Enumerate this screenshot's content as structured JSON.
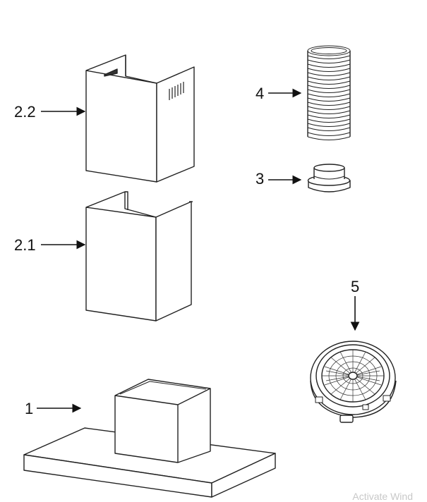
{
  "labels": {
    "chimney_upper": "2.2",
    "chimney_lower": "2.1",
    "hood": "1",
    "flex_duct": "4",
    "adapter": "3",
    "carbon_filter": "5"
  },
  "watermark": "Activate Wind"
}
